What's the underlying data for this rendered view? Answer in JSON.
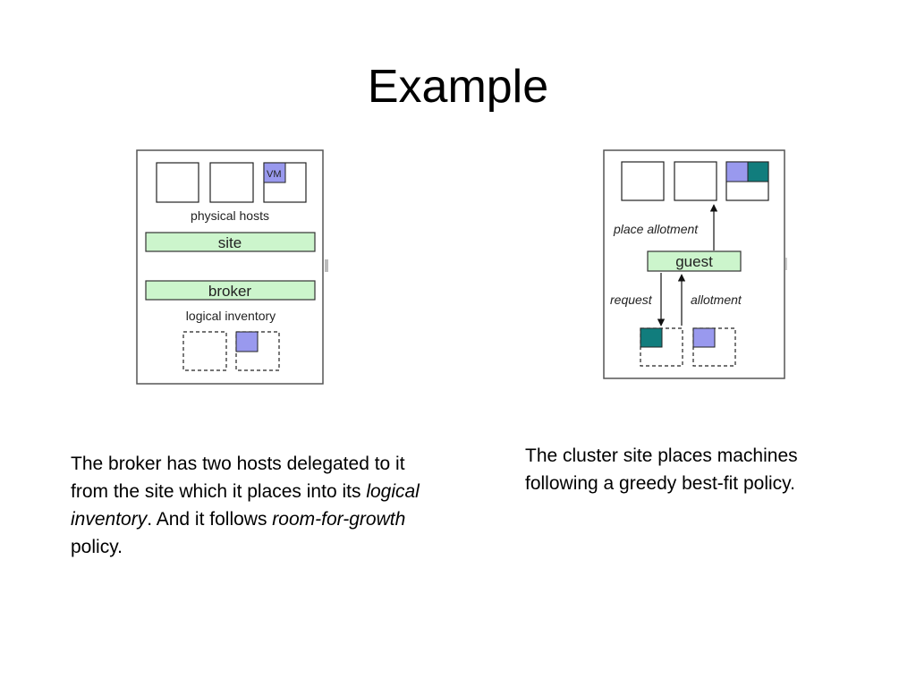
{
  "slide": {
    "title": "Example"
  },
  "left_diagram": {
    "vm_label": "VM",
    "physical_hosts_label": "physical hosts",
    "site_label": "site",
    "broker_label": "broker",
    "logical_inventory_label": "logical inventory"
  },
  "right_diagram": {
    "place_allotment_label": "place allotment",
    "guest_label": "guest",
    "request_label": "request",
    "allotment_label": "allotment"
  },
  "captions": {
    "left": {
      "part1": "The broker has two hosts delegated to it from the site which it places into its ",
      "em1": "logical inventory",
      "part2": ". And it follows ",
      "em2": "room-for-growth",
      "part3": " policy."
    },
    "right": "The cluster site places machines following a greedy best-fit policy."
  },
  "colors": {
    "bar_green": "#ccf5cc",
    "vm_blue": "#9999ee",
    "teal": "#117d7d"
  }
}
